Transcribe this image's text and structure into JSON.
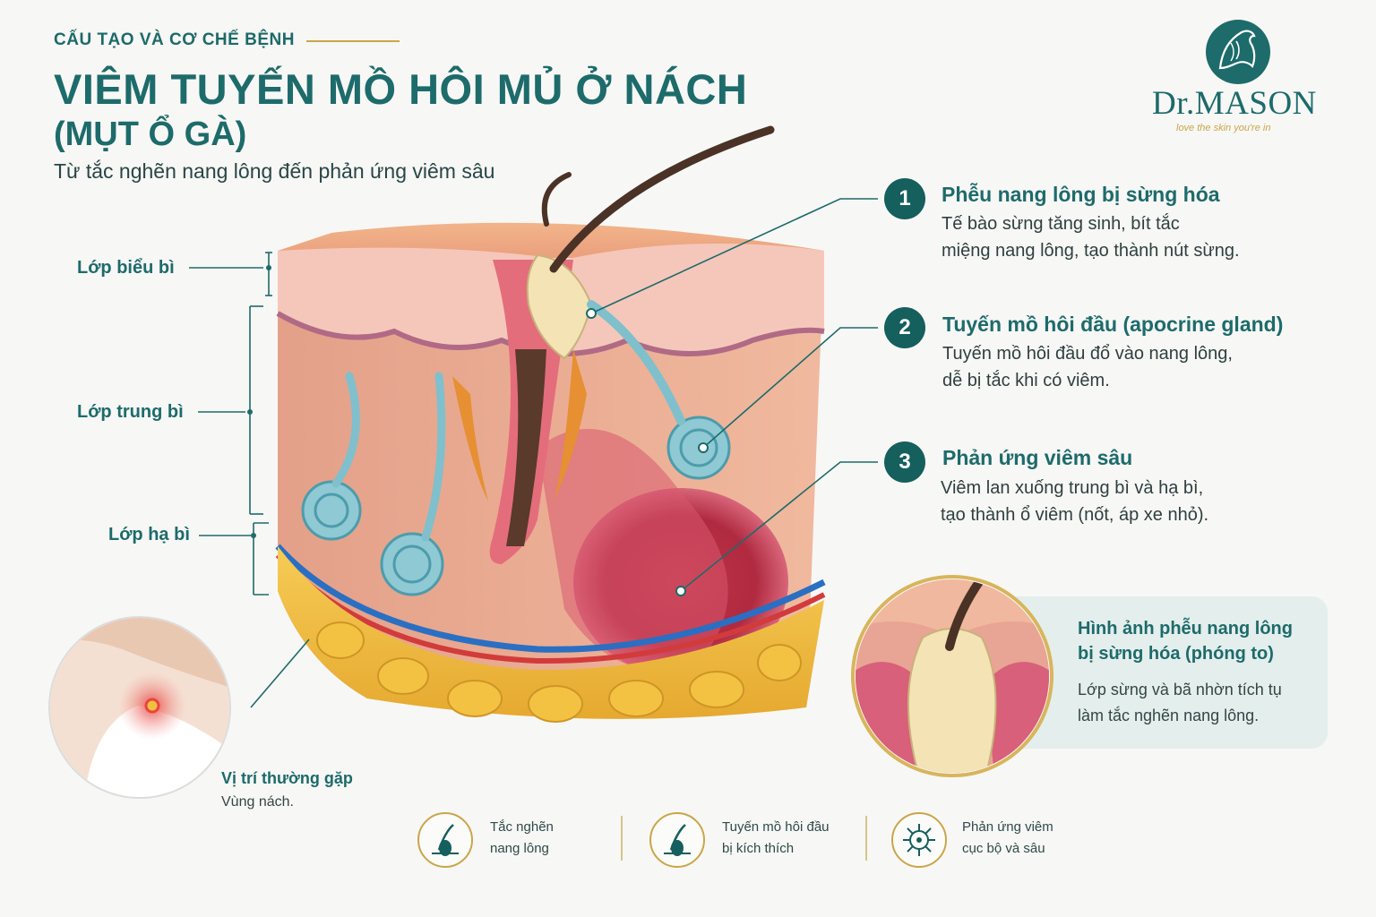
{
  "header": {
    "kicker": "CẤU TẠO VÀ CƠ CHẾ BỆNH",
    "title_line1": "VIÊM TUYẾN MỒ HÔI MỦ Ở NÁCH",
    "title_line2": "(MỤT Ổ GÀ)",
    "subtitle": "Từ tắc nghẽn nang lông đến phản ứng viêm sâu"
  },
  "logo": {
    "brand": "Dr.MASON",
    "tagline": "love the skin you're in",
    "icon": "horse-head-icon"
  },
  "layers": [
    {
      "label": "Lớp biểu bì"
    },
    {
      "label": "Lớp trung bì"
    },
    {
      "label": "Lớp hạ bì"
    }
  ],
  "points": [
    {
      "number": "1",
      "title": "Phễu nang lông bị sừng hóa",
      "desc_line1": "Tế bào sừng tăng sinh, bít tắc",
      "desc_line2": "miệng nang lông, tạo thành nút sừng."
    },
    {
      "number": "2",
      "title": "Tuyến mồ hôi đầu (apocrine gland)",
      "desc_line1": "Tuyến mồ hôi đầu đổ vào nang lông,",
      "desc_line2": "dễ bị tắc khi có viêm."
    },
    {
      "number": "3",
      "title": "Phản ứng viêm sâu",
      "desc_line1": "Viêm lan xuống trung bì và hạ bì,",
      "desc_line2": "tạo thành ổ viêm (nốt, áp xe nhỏ)."
    }
  ],
  "zoom": {
    "title_line1": "Hình ảnh phễu nang lông",
    "title_line2": "bị sừng hóa (phóng to)",
    "desc_line1": "Lớp sừng và bã nhờn tích tụ",
    "desc_line2": "làm tắc nghẽn nang lông."
  },
  "location": {
    "title": "Vị trí thường gặp",
    "desc": "Vùng nách."
  },
  "features": [
    {
      "icon": "hair-follicle-icon",
      "line1": "Tắc nghẽn",
      "line2": "nang lông"
    },
    {
      "icon": "hair-follicle-icon",
      "line1": "Tuyến mồ hôi đầu",
      "line2": "bị kích thích"
    },
    {
      "icon": "inflammation-virus-icon",
      "line1": "Phản ứng viêm",
      "line2": "cục bộ và sâu"
    }
  ],
  "colors": {
    "teal": "#1d6b6b",
    "dark_teal": "#155f5d",
    "gold": "#c9a649",
    "panel": "#e4eeec"
  }
}
